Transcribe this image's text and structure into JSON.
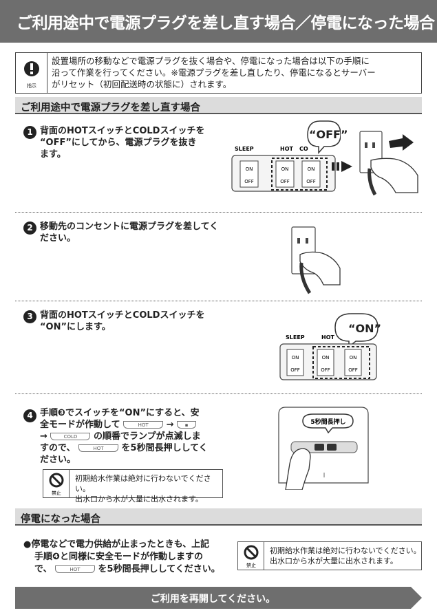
{
  "header": {
    "title": "ご利用途中で電源プラグを差し直す場合／停電になった場合"
  },
  "notice": {
    "icon_label": "指示",
    "lines": [
      "設置場所の移動などで電源プラグを抜く場合や、停電になった場合は以下の手順に",
      "沿って作業を行ってください。※電源プラグを差し直したり、停電になるとサーバー",
      "がリセット（初回配送時の状態に）されます。"
    ]
  },
  "section1": {
    "title": "ご利用途中で電源プラグを差し直す場合"
  },
  "steps": [
    {
      "num": "1",
      "lines": [
        "背面のHOTスイッチとCOLDスイッチを",
        "“OFF”にしてから、電源プラグを抜き",
        "ます。"
      ]
    },
    {
      "num": "2",
      "lines": [
        "移動先のコンセントに電源プラグを差してく",
        "ださい。"
      ]
    },
    {
      "num": "3",
      "lines": [
        "背面のHOTスイッチとCOLDスイッチを",
        "“ON”にします。"
      ]
    },
    {
      "num": "4",
      "l1": "手順❸でスイッチを“ON”にすると、安",
      "l2a": "全モードが作動して",
      "l2b": "→",
      "l3a": "→",
      "l3b": "の順番でランプが点滅しま",
      "l4a": "すので、",
      "l4b": "を5秒間長押ししてく",
      "l5": "ださい。"
    }
  ],
  "buttons": {
    "hot": "HOT",
    "cold": "COLD"
  },
  "illus": {
    "switch_labels": {
      "sleep": "SLEEP",
      "hot": "HOT",
      "cold": "CO"
    },
    "switch_on": "ON",
    "switch_off": "OFF",
    "bubble_off": "“OFF”",
    "bubble_on": "“ON”",
    "press_label": "5秒間長押し"
  },
  "warning": {
    "icon_label": "禁止",
    "lines": [
      "初期給水作業は絶対に行わないでください。",
      "出水口から水が大量に出水されます。"
    ]
  },
  "section2": {
    "title": "停電になった場合"
  },
  "power_outage": {
    "l1": "●停電などで電力供給が止まったときも、上記",
    "l2": "手順❹と同様に安全モードが作動しますの",
    "l3a": "で、",
    "l3b": "を5秒間長押ししてください。"
  },
  "footer": {
    "label": "ご利用を再開してください。"
  }
}
